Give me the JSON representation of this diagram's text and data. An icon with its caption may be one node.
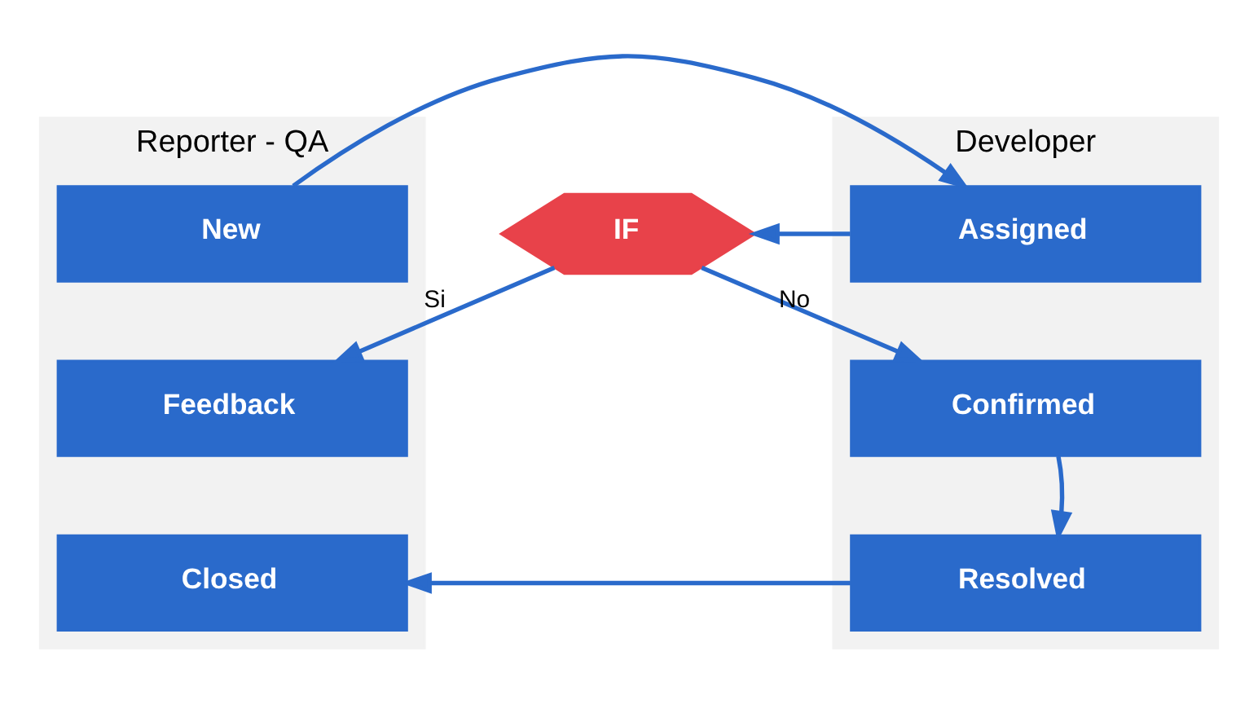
{
  "diagram": {
    "nodes": [
      {
        "text": [
          "Reporter - QA"
        ]
      },
      {
        "text": [
          "Developer"
        ]
      },
      {
        "text": [
          "New"
        ],
        "in": 0
      },
      {
        "text": [
          "Feedback"
        ],
        "in": 0
      },
      {
        "text": [
          "Closed"
        ],
        "in": 0
      },
      {
        "text": [
          "Assigned"
        ],
        "in": 1
      },
      {
        "text": [
          "IF"
        ]
      },
      {
        "text": [
          "Confirmed"
        ],
        "in": 1
      },
      {
        "text": [
          "Resolved"
        ],
        "in": 1
      }
    ],
    "edges": [
      {
        "from": 2,
        "to": 5,
        "arrow": "to"
      },
      {
        "from": 5,
        "to": 6,
        "arrow": "to"
      },
      {
        "from": 6,
        "to": 3,
        "arrow": "to",
        "label": "Si"
      },
      {
        "from": 6,
        "to": 7,
        "arrow": "to",
        "label": "No"
      },
      {
        "from": 7,
        "to": 8,
        "arrow": "to"
      },
      {
        "from": 8,
        "to": 4,
        "arrow": "to"
      }
    ]
  }
}
